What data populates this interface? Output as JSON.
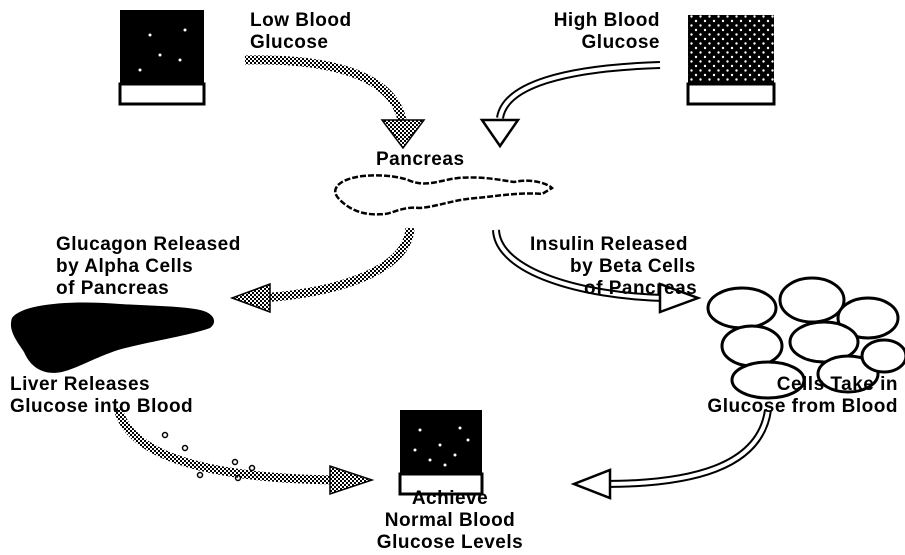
{
  "labels": {
    "low_glucose": [
      "Low Blood",
      "Glucose"
    ],
    "high_glucose": [
      "High Blood",
      "Glucose"
    ],
    "pancreas": "Pancreas",
    "glucagon": [
      "Glucagon Released",
      "by Alpha Cells",
      "of Pancreas"
    ],
    "insulin": [
      "Insulin Released",
      "by Beta Cells",
      "of Pancreas"
    ],
    "liver": [
      "Liver Releases",
      "Glucose into Blood"
    ],
    "cells": [
      "Cells Take in",
      "Glucose from Blood"
    ],
    "normal": [
      "Achieve",
      "Normal Blood",
      "Glucose Levels"
    ]
  },
  "icons": [
    "test-tube-icon",
    "pancreas-icon",
    "liver-icon",
    "cells-icon",
    "arrow-icon"
  ],
  "colors": {
    "ink": "#000000",
    "paper": "#ffffff"
  }
}
